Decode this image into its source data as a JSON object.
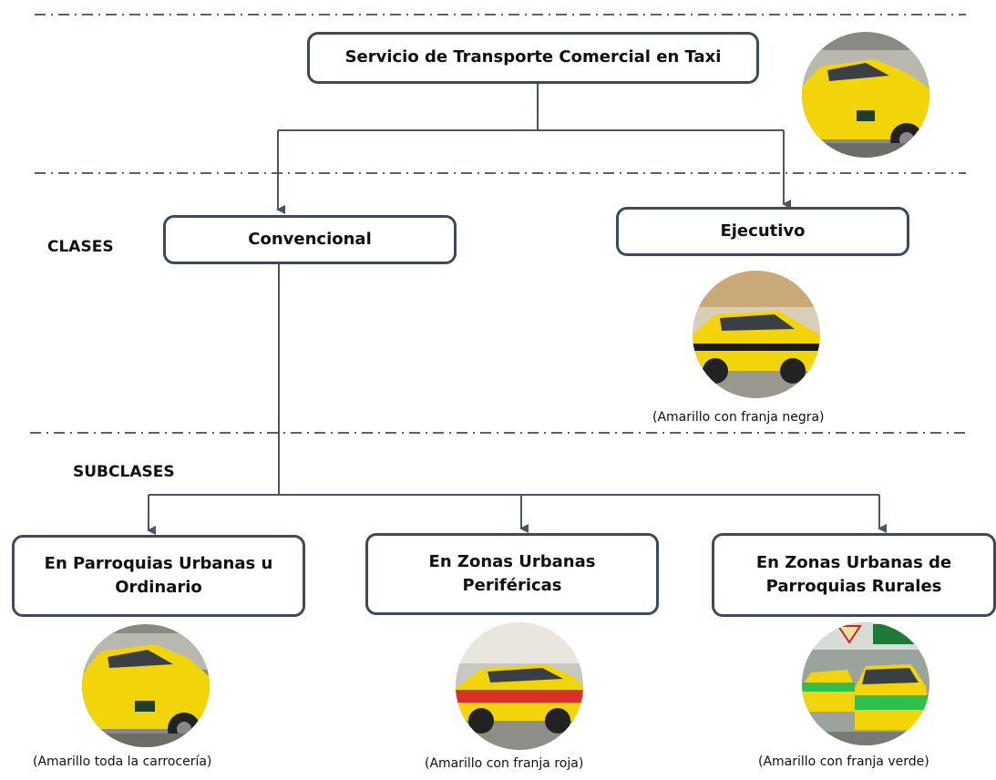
{
  "title": "Servicio de Transporte Comercial en Taxi",
  "sections": {
    "clases": "CLASES",
    "subclases": "SUBCLASES"
  },
  "clases": [
    {
      "label": "Convencional"
    },
    {
      "label": "Ejecutivo",
      "caption": "(Amarillo con franja negra)",
      "photo_icon": "taxi-black-stripe"
    }
  ],
  "subclases": [
    {
      "label": "En Parroquias Urbanas u Ordinario",
      "caption": "(Amarillo toda la carrocería)",
      "photo_icon": "taxi-all-yellow"
    },
    {
      "label": "En Zonas Urbanas Periféricas",
      "caption": "(Amarillo con franja roja)",
      "photo_icon": "taxi-red-stripe"
    },
    {
      "label": "En Zonas Urbanas de Parroquias Rurales",
      "caption": "(Amarillo con franja verde)",
      "photo_icon": "taxi-green-stripe"
    }
  ],
  "colors": {
    "box_border": "#3d4a5e",
    "connector": "#4a5568",
    "divider": "#5a6272",
    "taxi_yellow": "#f2d40a"
  }
}
